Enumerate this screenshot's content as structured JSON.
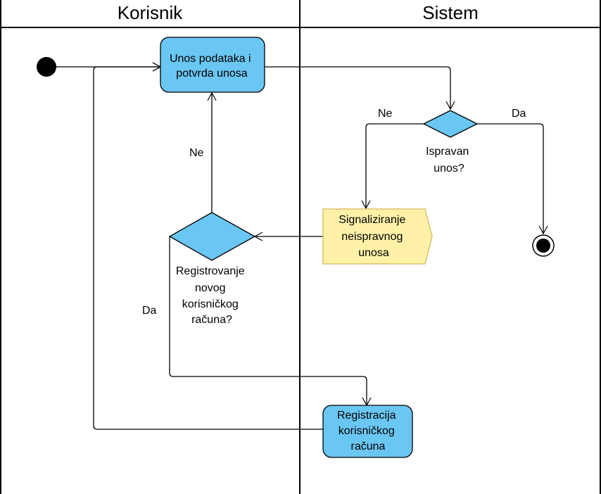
{
  "lanes": {
    "left_title": "Korisnik",
    "right_title": "Sistem"
  },
  "nodes": {
    "input_action": [
      "Unos podataka i",
      "potvrda unosa"
    ],
    "valid_decision": [
      "Ispravan",
      "unos?"
    ],
    "signal_invalid": [
      "Signaliziranje",
      "neispravnog",
      "unosa"
    ],
    "register_decision": [
      "Registrovanje",
      "novog",
      "korisničkog",
      "računa?"
    ],
    "register_action": [
      "Registracija",
      "korisničkog",
      "računa"
    ]
  },
  "edge_labels": {
    "valid_no": "Ne",
    "valid_yes": "Da",
    "register_no": "Ne",
    "register_yes": "Da"
  },
  "colors": {
    "action_fill": "#6ac6f2",
    "decision_fill": "#6ac6f2",
    "signal_fill": "#fff2a8",
    "signal_stroke": "#d6b656",
    "stroke": "#000000"
  }
}
